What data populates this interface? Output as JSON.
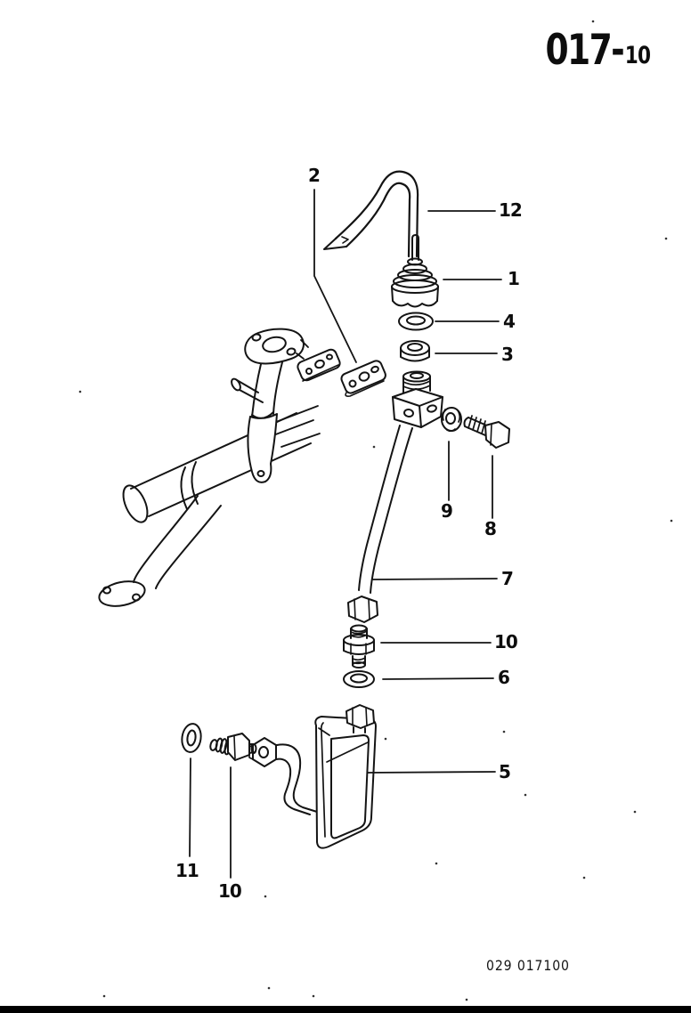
{
  "page_header": {
    "code_main": "017-",
    "code_sub": "10"
  },
  "footer": {
    "doc_code": "029 017100"
  },
  "callouts": [
    {
      "label": "2"
    },
    {
      "label": "12"
    },
    {
      "label": "1"
    },
    {
      "label": "4"
    },
    {
      "label": "3"
    },
    {
      "label": "9"
    },
    {
      "label": "8"
    },
    {
      "label": "7"
    },
    {
      "label": "10"
    },
    {
      "label": "6"
    },
    {
      "label": "5"
    },
    {
      "label": "11"
    },
    {
      "label": "10"
    }
  ]
}
